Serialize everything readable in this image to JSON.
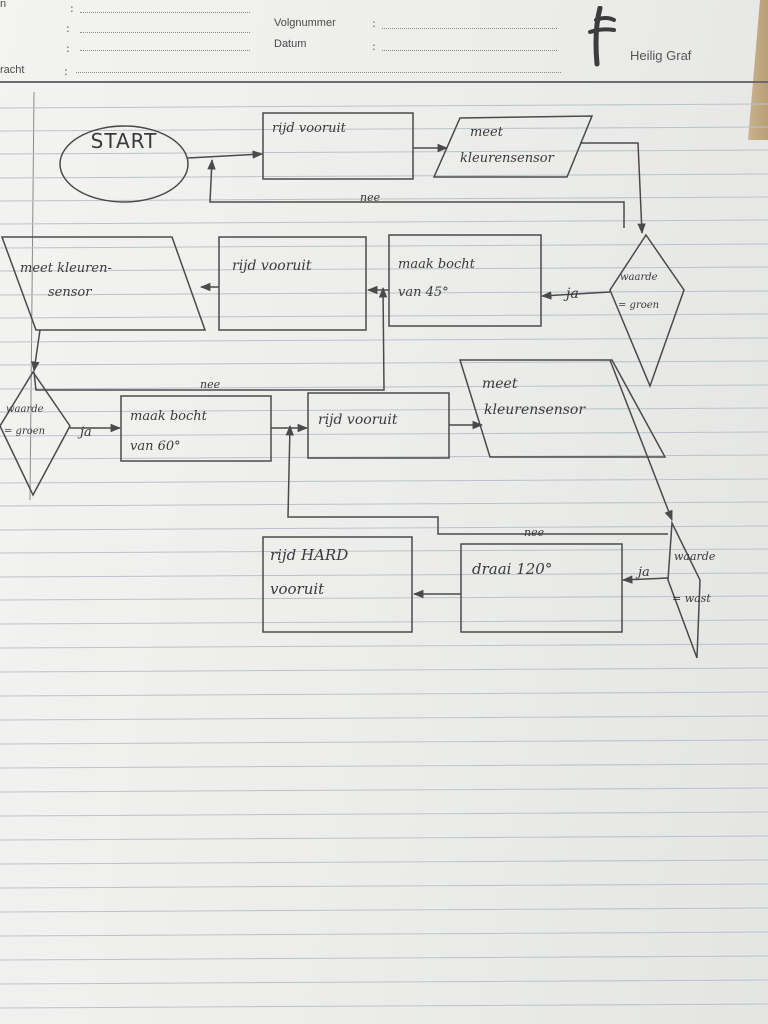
{
  "header": {
    "fields": [
      {
        "label": "n"
      },
      {
        "label": ""
      },
      {
        "label": "Volgnummer"
      },
      {
        "label": "Datum"
      },
      {
        "label": "racht"
      }
    ],
    "brand": "Heilig Graf"
  },
  "flowchart": {
    "nodes": [
      {
        "id": "start",
        "shape": "oval",
        "lines": [
          "START"
        ]
      },
      {
        "id": "rijd1",
        "shape": "process",
        "lines": [
          "rijd vooruit"
        ]
      },
      {
        "id": "meet1",
        "shape": "io",
        "lines": [
          "meet",
          "kleurensensor"
        ]
      },
      {
        "id": "dec1",
        "shape": "decision",
        "lines": [
          "waarde",
          "= groen"
        ]
      },
      {
        "id": "bocht45",
        "shape": "process",
        "lines": [
          "maak bocht",
          "van 45°"
        ]
      },
      {
        "id": "rijd2",
        "shape": "process",
        "lines": [
          "rijd vooruit"
        ]
      },
      {
        "id": "meet2",
        "shape": "io",
        "lines": [
          "meet kleuren-",
          "sensor"
        ]
      },
      {
        "id": "dec2",
        "shape": "decision",
        "lines": [
          "waarde",
          "= groen"
        ]
      },
      {
        "id": "bocht60",
        "shape": "process",
        "lines": [
          "maak bocht",
          "van 60°"
        ]
      },
      {
        "id": "rijd3",
        "shape": "process",
        "lines": [
          "rijd vooruit"
        ]
      },
      {
        "id": "meet3",
        "shape": "io",
        "lines": [
          "meet",
          "kleurensensor"
        ]
      },
      {
        "id": "dec3",
        "shape": "decision",
        "lines": [
          "waarde",
          "= wast"
        ]
      },
      {
        "id": "draai",
        "shape": "process",
        "lines": [
          "draai 120°"
        ]
      },
      {
        "id": "rijdhard",
        "shape": "process",
        "lines": [
          "rijd HARD",
          "vooruit"
        ]
      }
    ],
    "edge_labels": {
      "nee1": "nee",
      "ja1": "ja",
      "nee2": "nee",
      "ja2": "ja",
      "nee3": "nee",
      "ja3": "ja"
    }
  }
}
